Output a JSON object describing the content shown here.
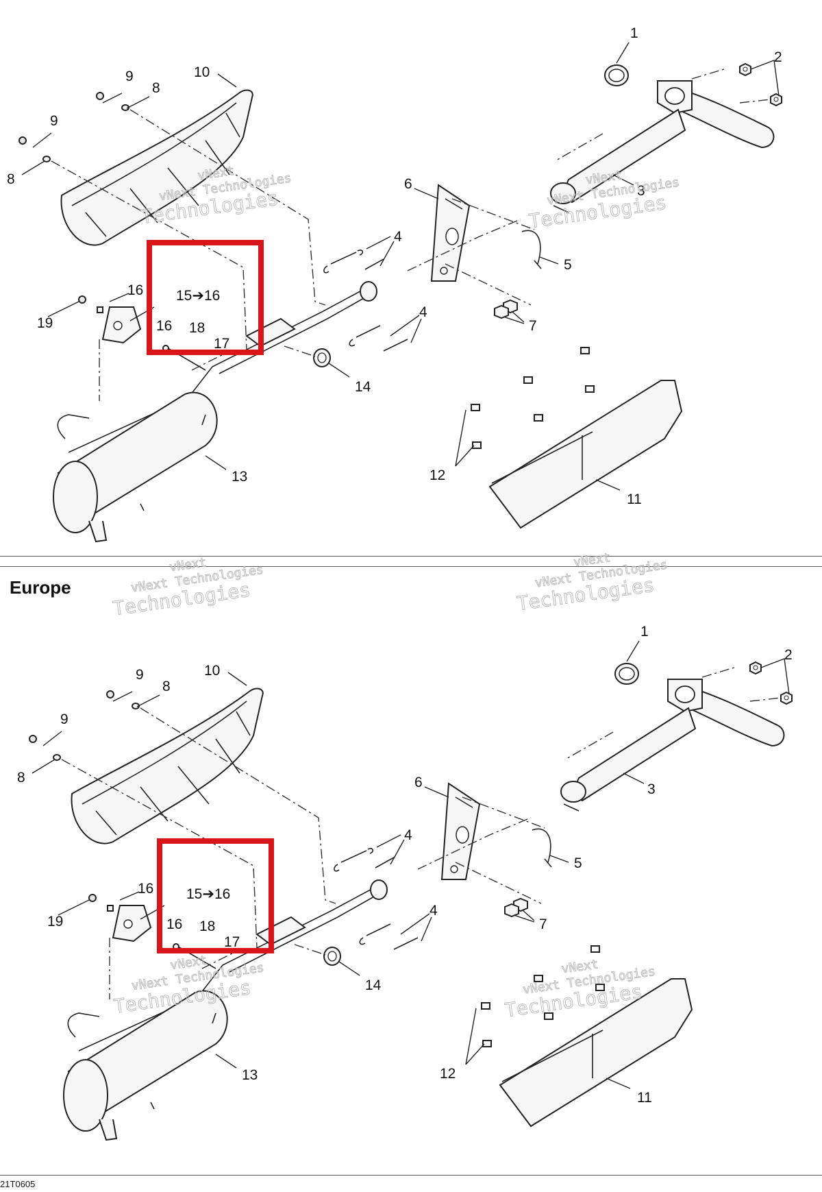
{
  "title": "Exhaust system exploded view",
  "sections": [
    {
      "heading": "",
      "callouts": [
        "1",
        "2",
        "3",
        "4",
        "4",
        "5",
        "6",
        "7",
        "8",
        "8",
        "9",
        "9",
        "10",
        "11",
        "12",
        "13",
        "14",
        "15➔16",
        "16",
        "16",
        "17",
        "18",
        "19"
      ]
    },
    {
      "heading": "Europe",
      "callouts": [
        "1",
        "2",
        "3",
        "4",
        "4",
        "5",
        "6",
        "7",
        "8",
        "8",
        "9",
        "9",
        "10",
        "11",
        "12",
        "13",
        "14",
        "15➔16",
        "16",
        "16",
        "17",
        "18",
        "19"
      ]
    }
  ],
  "watermark": {
    "line1": "vNext",
    "line2": "vNext Technologies",
    "line3": "Technologies"
  },
  "figure_code": "21T0605",
  "colors": {
    "highlight": "#d9141b",
    "line": "#222222",
    "watermark": "#bdbdbd"
  }
}
